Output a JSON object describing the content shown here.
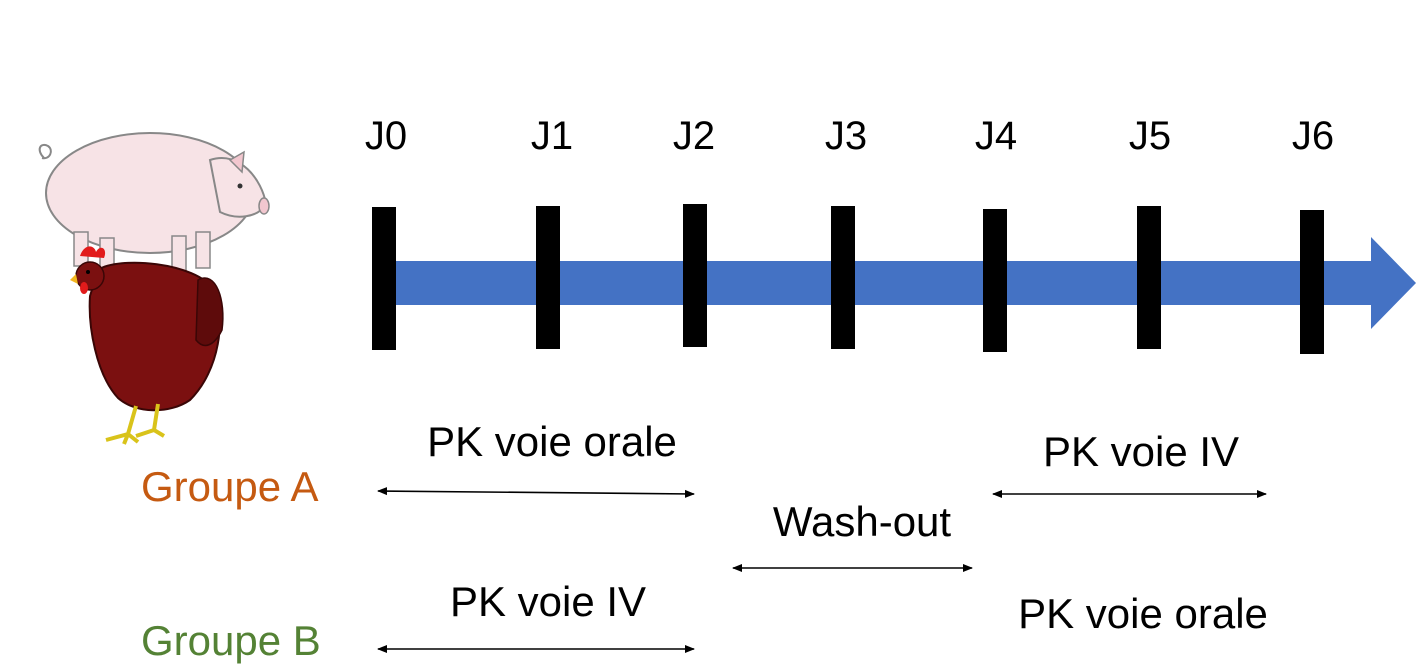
{
  "timeline": {
    "days": [
      "J0",
      "J1",
      "J2",
      "J3",
      "J4",
      "J5",
      "J6"
    ],
    "arrow_color": "#4472C4",
    "tick_color": "#000000"
  },
  "groups": {
    "a": {
      "label": "Groupe A",
      "color": "#C55A11"
    },
    "b": {
      "label": "Groupe B",
      "color": "#548235"
    }
  },
  "phases": {
    "a_first": "PK voie orale",
    "a_second": "PK voie IV",
    "washout": "Wash-out",
    "b_first": "PK voie IV",
    "b_second": "PK voie orale"
  },
  "illustrations": [
    "pig-illustration",
    "hen-illustration"
  ]
}
